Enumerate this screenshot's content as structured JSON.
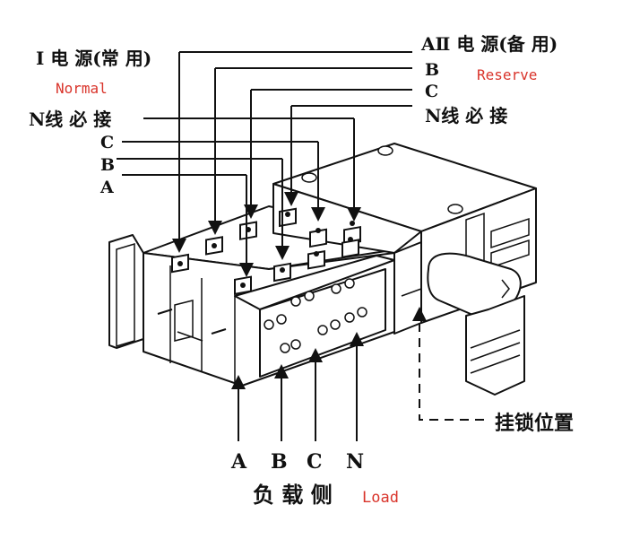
{
  "labels": {
    "source1": "I 电 源(常 用)",
    "normal": "Normal",
    "source2": "AⅡ 电 源(备 用)",
    "reserve": "Reserve",
    "right_b": "B",
    "right_c": "C",
    "right_n": "N线 必 接",
    "left_n": "N线 必 接",
    "left_c": "C",
    "left_b": "B",
    "left_a": "A",
    "lock": "挂锁位置",
    "load_a": "A",
    "load_b": "B",
    "load_c": "C",
    "load_n": "N",
    "load_side": "负 载 侧",
    "load": "Load"
  },
  "colors": {
    "line": "#111111",
    "accent": "#d9342b"
  }
}
